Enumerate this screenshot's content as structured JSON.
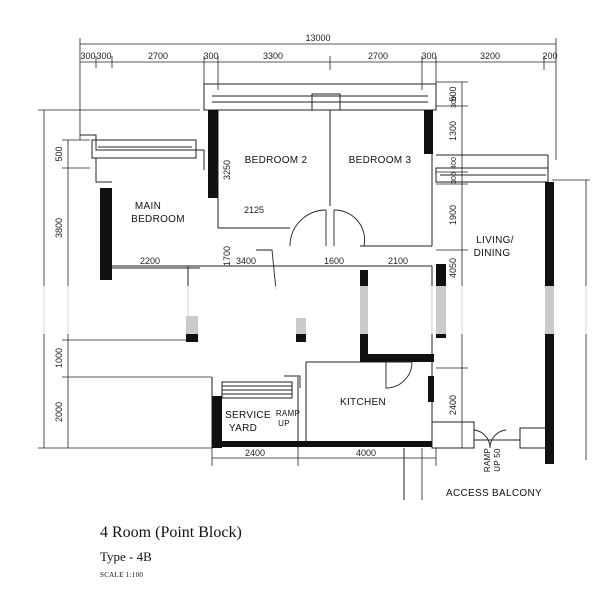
{
  "top_dims": {
    "overall": "13000",
    "segments": [
      "300",
      "300",
      "2700",
      "300",
      "3300",
      "2700",
      "300",
      "3200",
      "200"
    ]
  },
  "right_dims": [
    "500",
    "300",
    "1300",
    "400",
    "300",
    "1900",
    "4050",
    "2400"
  ],
  "left_dims": [
    "500",
    "3800",
    "1000",
    "2000"
  ],
  "inner_dims": {
    "d3250": "3250",
    "d2125": "2125",
    "d1700": "1700",
    "d3400": "3400",
    "d2200": "2200",
    "d1600": "1600",
    "d2100": "2100"
  },
  "bottom_dims": [
    "2400",
    "4000"
  ],
  "rooms": {
    "bedroom2": "BEDROOM 2",
    "bedroom3": "BEDROOM 3",
    "main_bedroom_line1": "MAIN",
    "main_bedroom_line2": "BEDROOM",
    "living_line1": "LIVING/",
    "living_line2": "DINING",
    "kitchen": "KITCHEN",
    "service_line1": "SERVICE",
    "service_line2": "YARD",
    "ramp_line1": "RAMP",
    "ramp_line2": "UP",
    "ramp2_line1": "RAMP",
    "ramp2_line2": "UP 50",
    "access_balcony": "ACCESS BALCONY"
  },
  "caption": {
    "title": "4 Room (Point Block)",
    "type": "Type - 4B",
    "scale": "SCALE 1:100"
  },
  "colors": {
    "wall": "#111111",
    "line": "#222222"
  }
}
